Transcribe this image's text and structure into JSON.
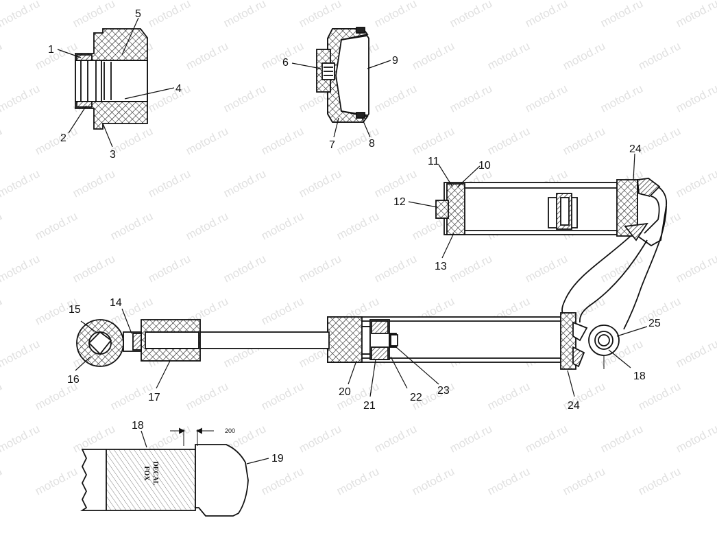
{
  "watermark": "motod.ru",
  "callouts": [
    "1",
    "2",
    "3",
    "4",
    "5",
    "6",
    "7",
    "8",
    "9",
    "10",
    "11",
    "12",
    "13",
    "14",
    "15",
    "16",
    "17",
    "18",
    "19",
    "20",
    "21",
    "22",
    "23",
    "24",
    "25"
  ],
  "dimension_label": "200",
  "decal_text": [
    "FOX",
    "DECAL"
  ]
}
